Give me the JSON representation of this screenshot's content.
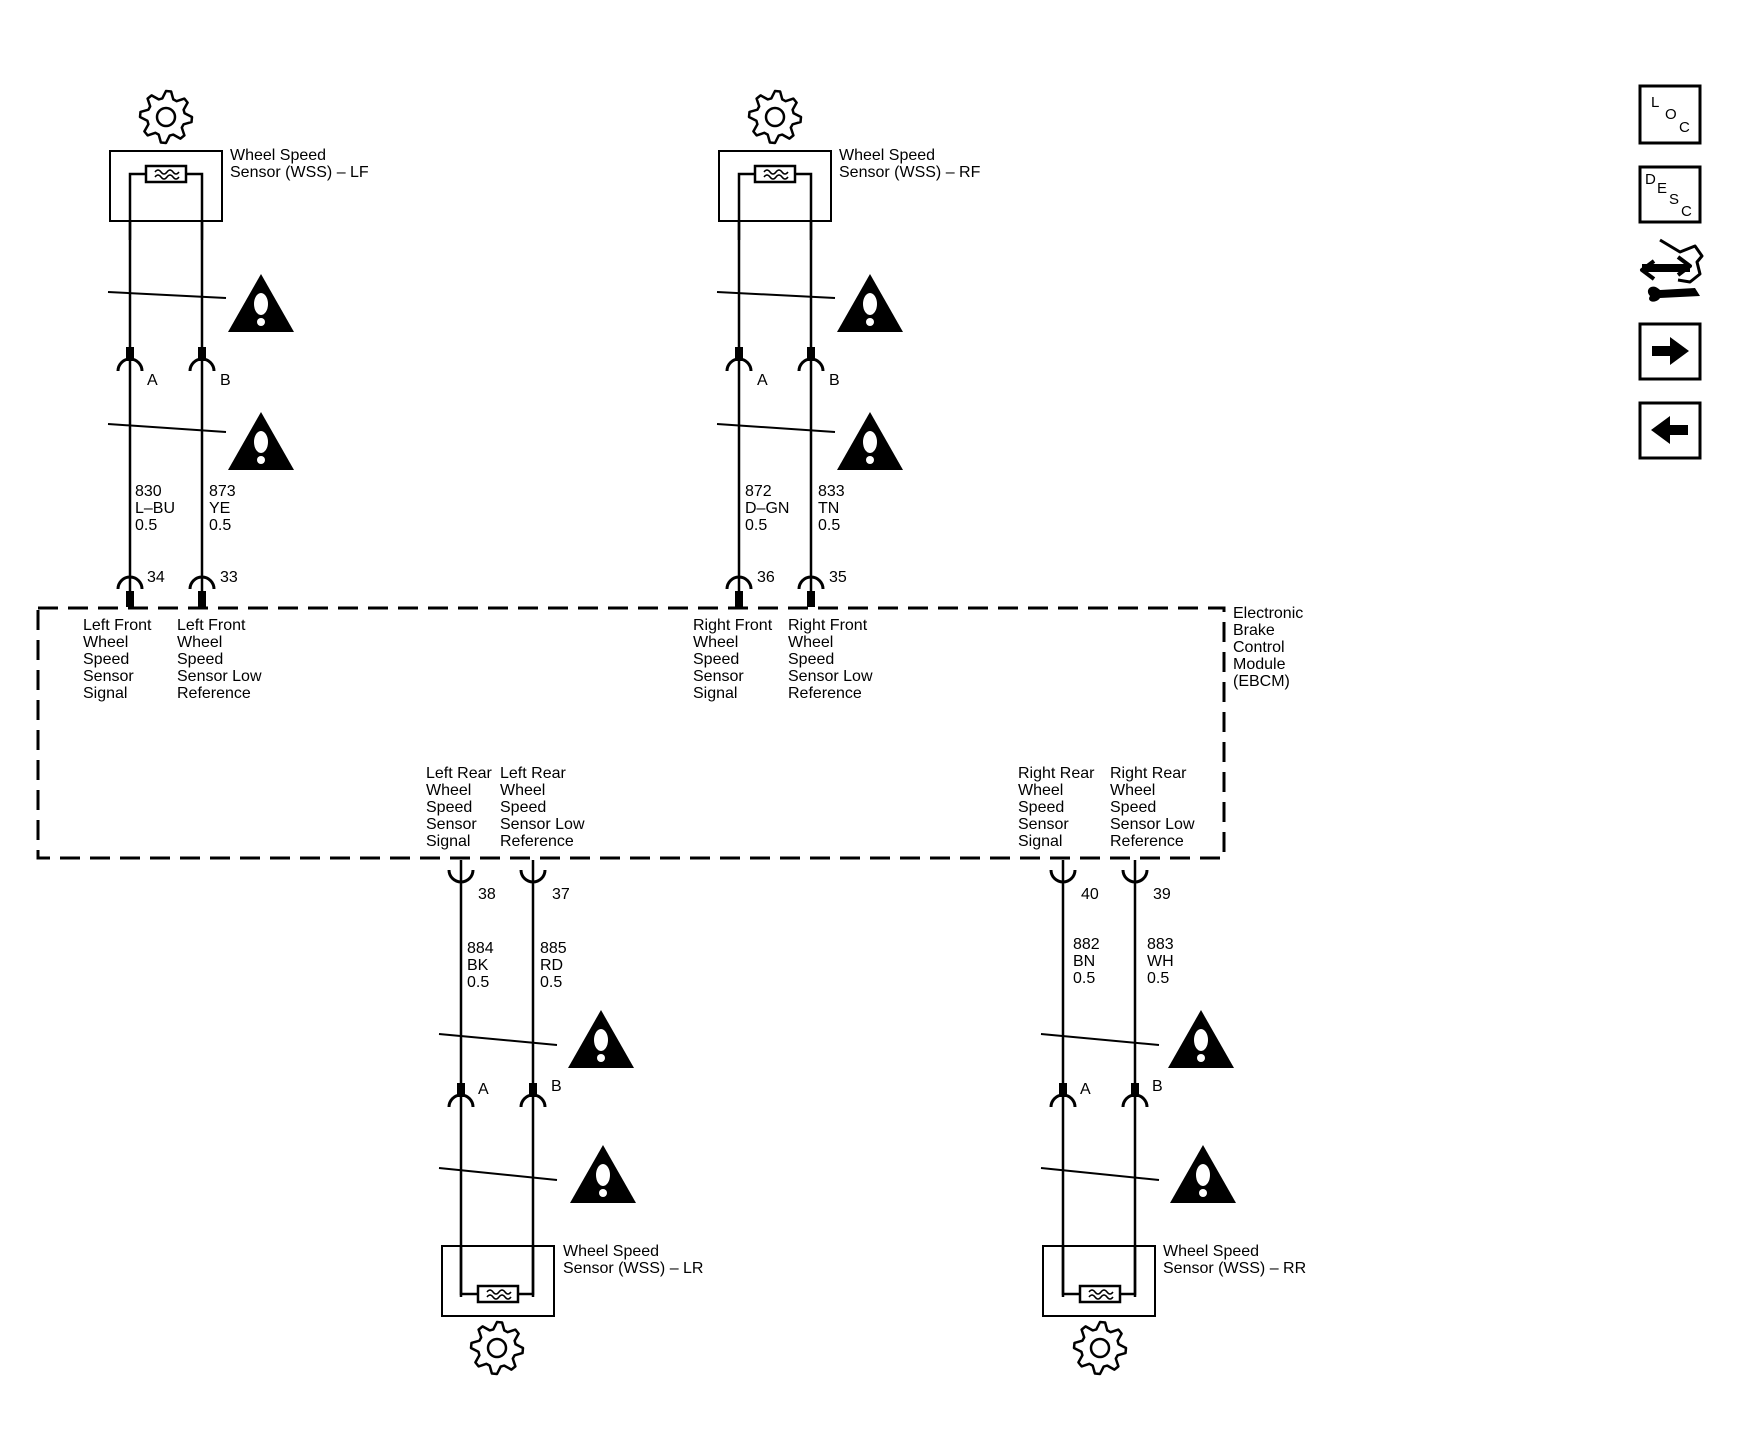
{
  "module": {
    "label": [
      "Electronic",
      "Brake",
      "Control",
      "Module",
      "(EBCM)"
    ]
  },
  "sensors": {
    "lf": {
      "name": [
        "Wheel Speed",
        "Sensor (WSS) – LF"
      ],
      "conn_a": "A",
      "conn_b": "B"
    },
    "rf": {
      "name": [
        "Wheel Speed",
        "Sensor (WSS) – RF"
      ],
      "conn_a": "A",
      "conn_b": "B"
    },
    "lr": {
      "name": [
        "Wheel Speed",
        "Sensor (WSS) – LR"
      ],
      "conn_a": "A",
      "conn_b": "B"
    },
    "rr": {
      "name": [
        "Wheel Speed",
        "Sensor (WSS) – RR"
      ],
      "conn_a": "A",
      "conn_b": "B"
    }
  },
  "circuits": {
    "lf_a": {
      "circuit": "830",
      "color": "L–BU",
      "size": "0.5",
      "pin": "34"
    },
    "lf_b": {
      "circuit": "873",
      "color": "YE",
      "size": "0.5",
      "pin": "33"
    },
    "rf_a": {
      "circuit": "872",
      "color": "D–GN",
      "size": "0.5",
      "pin": "36"
    },
    "rf_b": {
      "circuit": "833",
      "color": "TN",
      "size": "0.5",
      "pin": "35"
    },
    "lr_a": {
      "circuit": "884",
      "color": "BK",
      "size": "0.5",
      "pin": "38"
    },
    "lr_b": {
      "circuit": "885",
      "color": "RD",
      "size": "0.5",
      "pin": "37"
    },
    "rr_a": {
      "circuit": "882",
      "color": "BN",
      "size": "0.5",
      "pin": "40"
    },
    "rr_b": {
      "circuit": "883",
      "color": "WH",
      "size": "0.5",
      "pin": "39"
    }
  },
  "pin_labels": {
    "lf_a": [
      "Left Front",
      "Wheel",
      "Speed",
      "Sensor",
      "Signal"
    ],
    "lf_b": [
      "Left Front",
      "Wheel",
      "Speed",
      "Sensor Low",
      "Reference"
    ],
    "rf_a": [
      "Right Front",
      "Wheel",
      "Speed",
      "Sensor",
      "Signal"
    ],
    "rf_b": [
      "Right Front",
      "Wheel",
      "Speed",
      "Sensor Low",
      "Reference"
    ],
    "lr_a": [
      "Left Rear",
      "Wheel",
      "Speed",
      "Sensor",
      "Signal"
    ],
    "lr_b": [
      "Left Rear",
      "Wheel",
      "Speed",
      "Sensor Low",
      "Reference"
    ],
    "rr_a": [
      "Right Rear",
      "Wheel",
      "Speed",
      "Sensor",
      "Signal"
    ],
    "rr_b": [
      "Right Rear",
      "Wheel",
      "Speed",
      "Sensor Low",
      "Reference"
    ]
  },
  "toolbar": {
    "loc": {
      "letters": [
        "L",
        "O",
        "C"
      ],
      "icon": "loc-icon"
    },
    "desc": {
      "letters": [
        "D",
        "E",
        "S",
        "C"
      ],
      "icon": "desc-icon"
    },
    "connector": {
      "icon": "connector-wrench-icon"
    },
    "next": {
      "icon": "arrow-right-icon"
    },
    "prev": {
      "icon": "arrow-left-icon"
    }
  }
}
